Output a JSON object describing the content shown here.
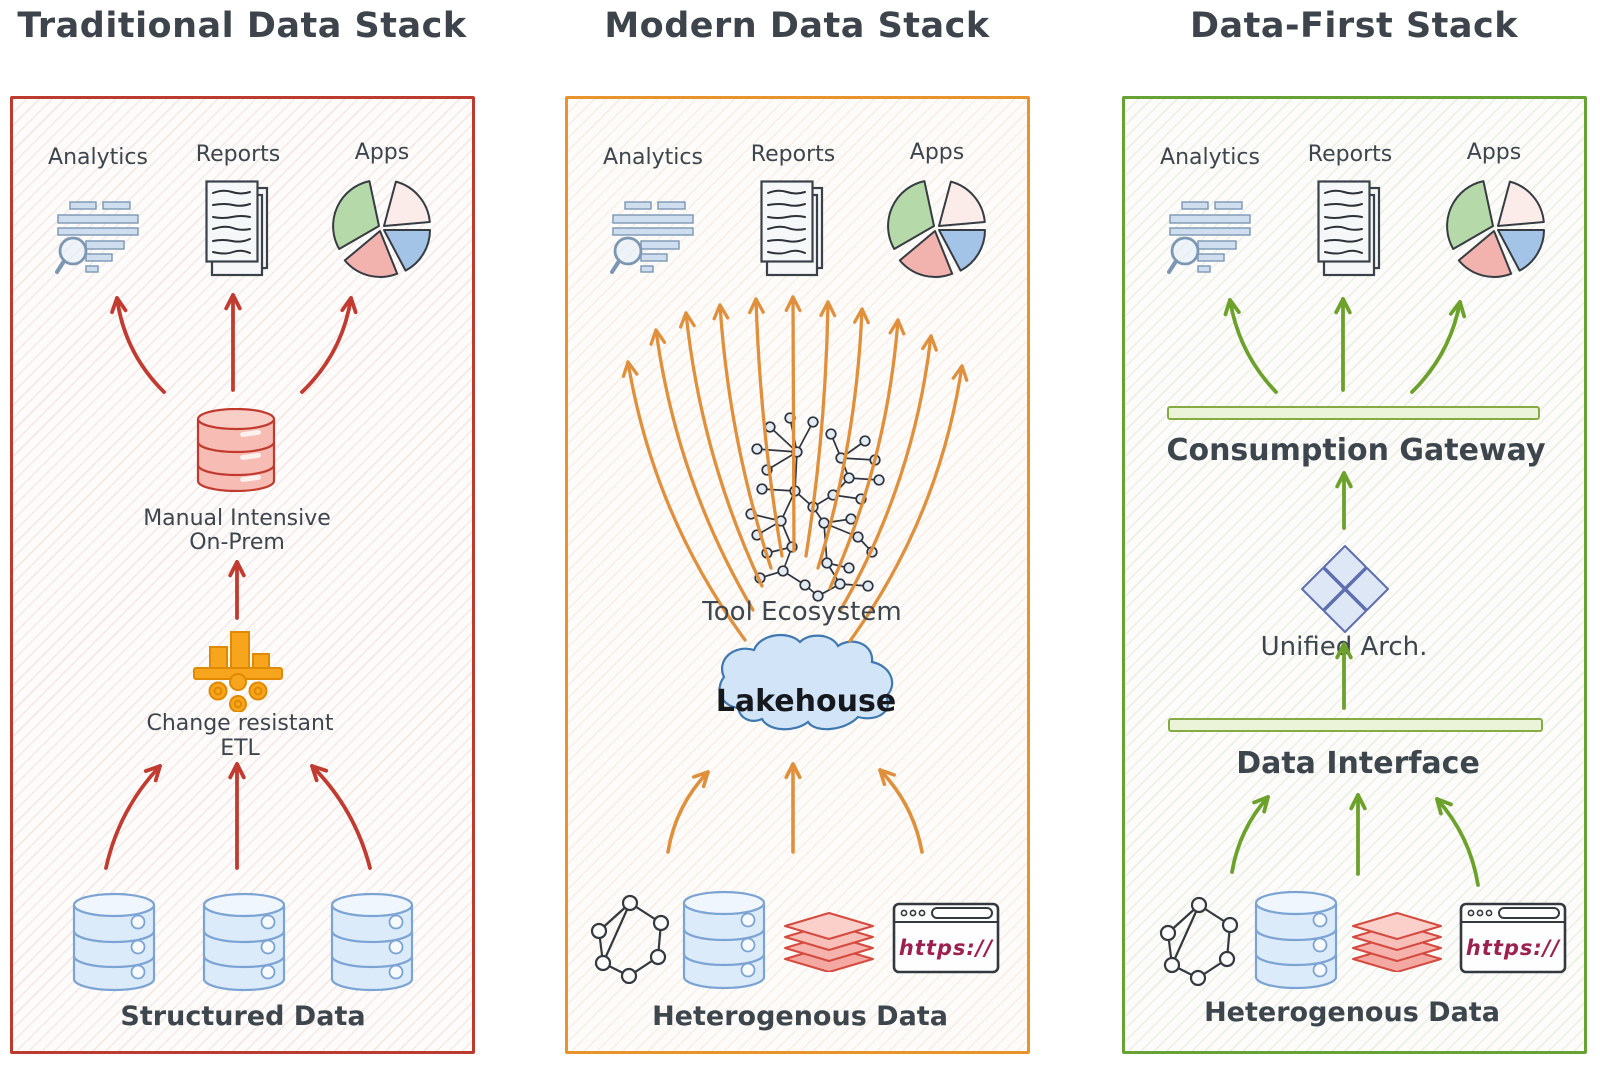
{
  "panels": [
    {
      "id": "traditional",
      "title": "Traditional Data Stack",
      "accent": "#bd3a2e",
      "consumers": {
        "analytics": "Analytics",
        "reports": "Reports",
        "apps": "Apps"
      },
      "labels": {
        "warehouse_line1": "Manual Intensive",
        "warehouse_line2": "On-Prem",
        "etl_line1": "Change resistant",
        "etl_line2": "ETL",
        "source": "Structured Data"
      }
    },
    {
      "id": "modern",
      "title": "Modern Data Stack",
      "accent": "#e8932c",
      "consumers": {
        "analytics": "Analytics",
        "reports": "Reports",
        "apps": "Apps"
      },
      "labels": {
        "ecosystem": "Tool Ecosystem",
        "lakehouse": "Lakehouse",
        "browser_url": "https://",
        "source": "Heterogenous Data"
      }
    },
    {
      "id": "data_first",
      "title": "Data-First Stack",
      "accent": "#67a334",
      "consumers": {
        "analytics": "Analytics",
        "reports": "Reports",
        "apps": "Apps"
      },
      "labels": {
        "gateway": "Consumption Gateway",
        "unified": "Unified Arch.",
        "interface": "Data Interface",
        "browser_url": "https://",
        "source": "Heterogenous Data"
      }
    }
  ],
  "colors": {
    "red_accent": "#bd3a2e",
    "orange_accent": "#e8932c",
    "green_accent": "#67a334",
    "text": "#3d454d",
    "blue_fill": "#dcebfa",
    "pink_fill": "#f7bcb4",
    "url_text": "#9c2150"
  },
  "icons": {
    "analytics": "analytics-bars-magnifier-icon",
    "reports": "stacked-documents-icon",
    "apps": "pie-chart-icon",
    "warehouse": "red-database-icon",
    "etl": "etl-machine-icon",
    "structured_db": "blue-database-icon",
    "network": "graph-network-icon",
    "layers": "stacked-layers-icon",
    "browser": "browser-window-icon",
    "lakehouse": "cloud-icon",
    "ecosystem": "node-link-graph",
    "unified": "diamond-cluster-icon"
  }
}
